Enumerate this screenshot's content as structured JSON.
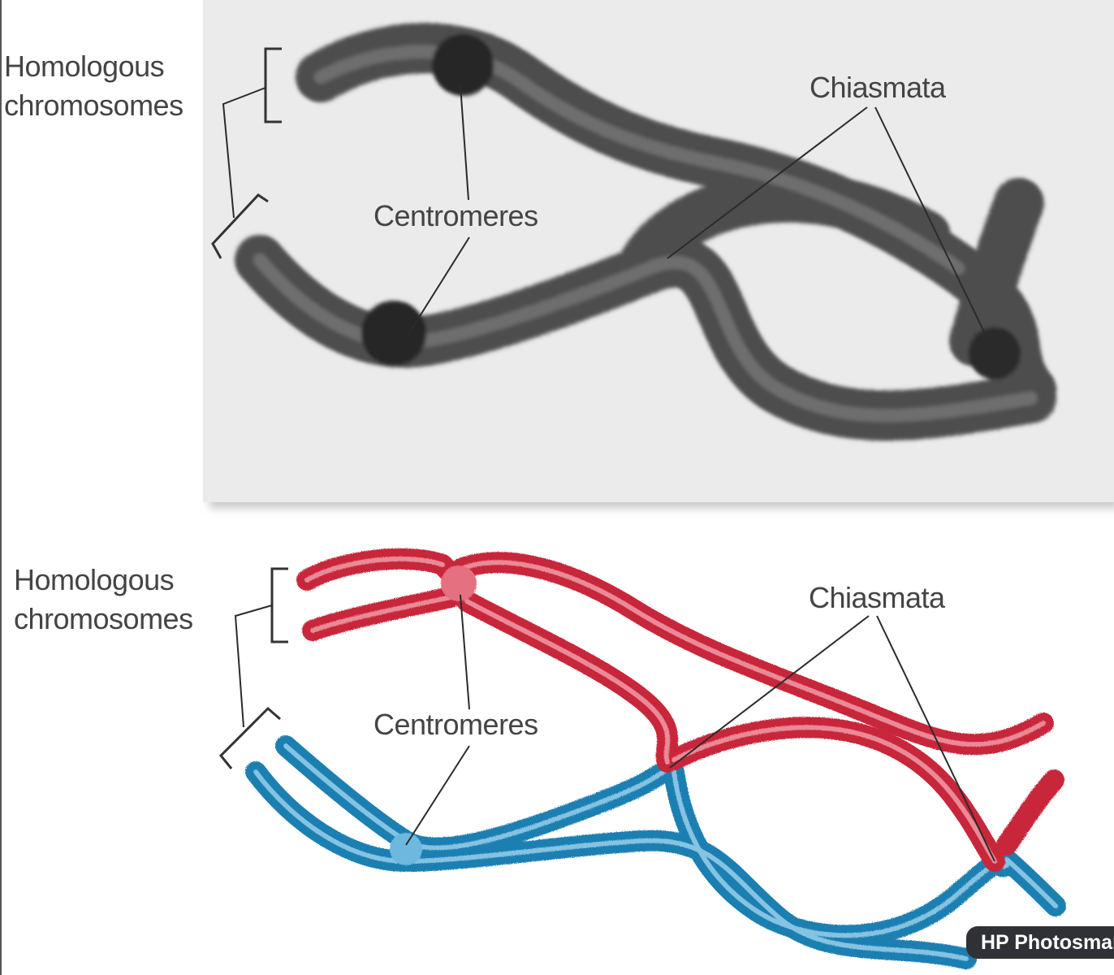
{
  "photo_panel": {
    "homologous_label_line1": "Homologous",
    "homologous_label_line2": "chromosomes",
    "chiasmata_label": "Chiasmata",
    "centromeres_label": "Centromeres"
  },
  "drawing_panel": {
    "homologous_label_line1": "Homologous",
    "homologous_label_line2": "chromosomes",
    "chiasmata_label": "Chiasmata",
    "centromeres_label": "Centromeres",
    "colors": {
      "chromosome_a": "#cc2a3a",
      "chromosome_b": "#2a8fc0"
    }
  },
  "watermark": "HP Photosmart"
}
